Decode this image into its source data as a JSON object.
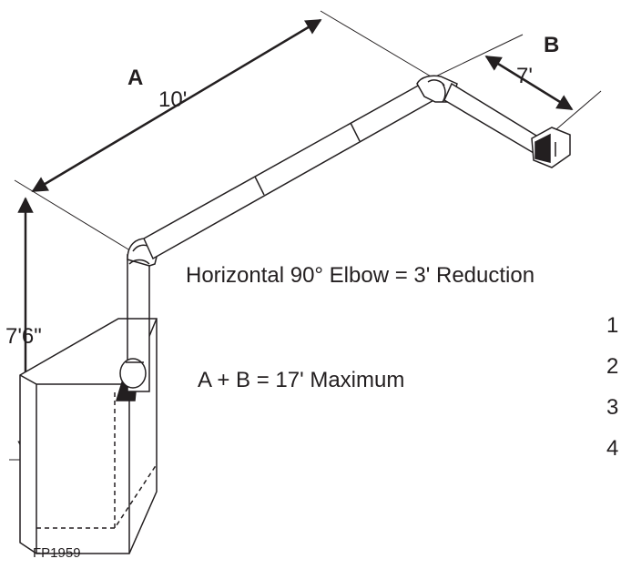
{
  "labels": {
    "section_a": "A",
    "section_b": "B",
    "length_a": "10'",
    "length_b": "7'",
    "vertical_rise": "7'6\"",
    "elbow_rule": "Horizontal 90° Elbow = 3' Reduction",
    "max_rule": "A + B = 17' Maximum",
    "figure_code": "FP1959",
    "list_numbers": [
      "1",
      "2",
      "3",
      "4"
    ]
  },
  "colors": {
    "line": "#231f20",
    "background": "#ffffff",
    "pipe_fill": "#ffffff"
  }
}
